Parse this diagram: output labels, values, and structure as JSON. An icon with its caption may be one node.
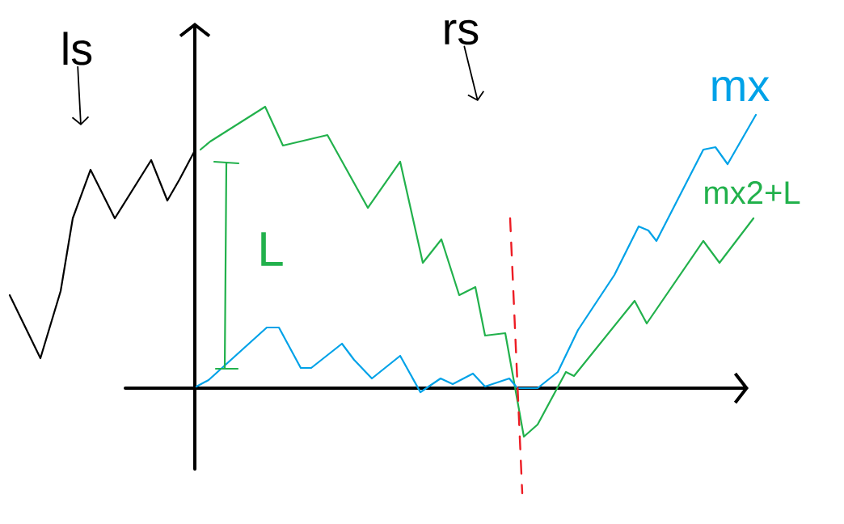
{
  "diagram": {
    "nodes": [
      {
        "text": [
          "ls"
        ]
      },
      {
        "text": [
          "rs"
        ]
      }
    ],
    "edges": [
      {
        "from": 0,
        "to": null,
        "arrow": "to"
      },
      {
        "from": 1,
        "to": null,
        "arrow": "to"
      }
    ],
    "labels": [
      "mx",
      "mx2+L",
      "L"
    ]
  }
}
